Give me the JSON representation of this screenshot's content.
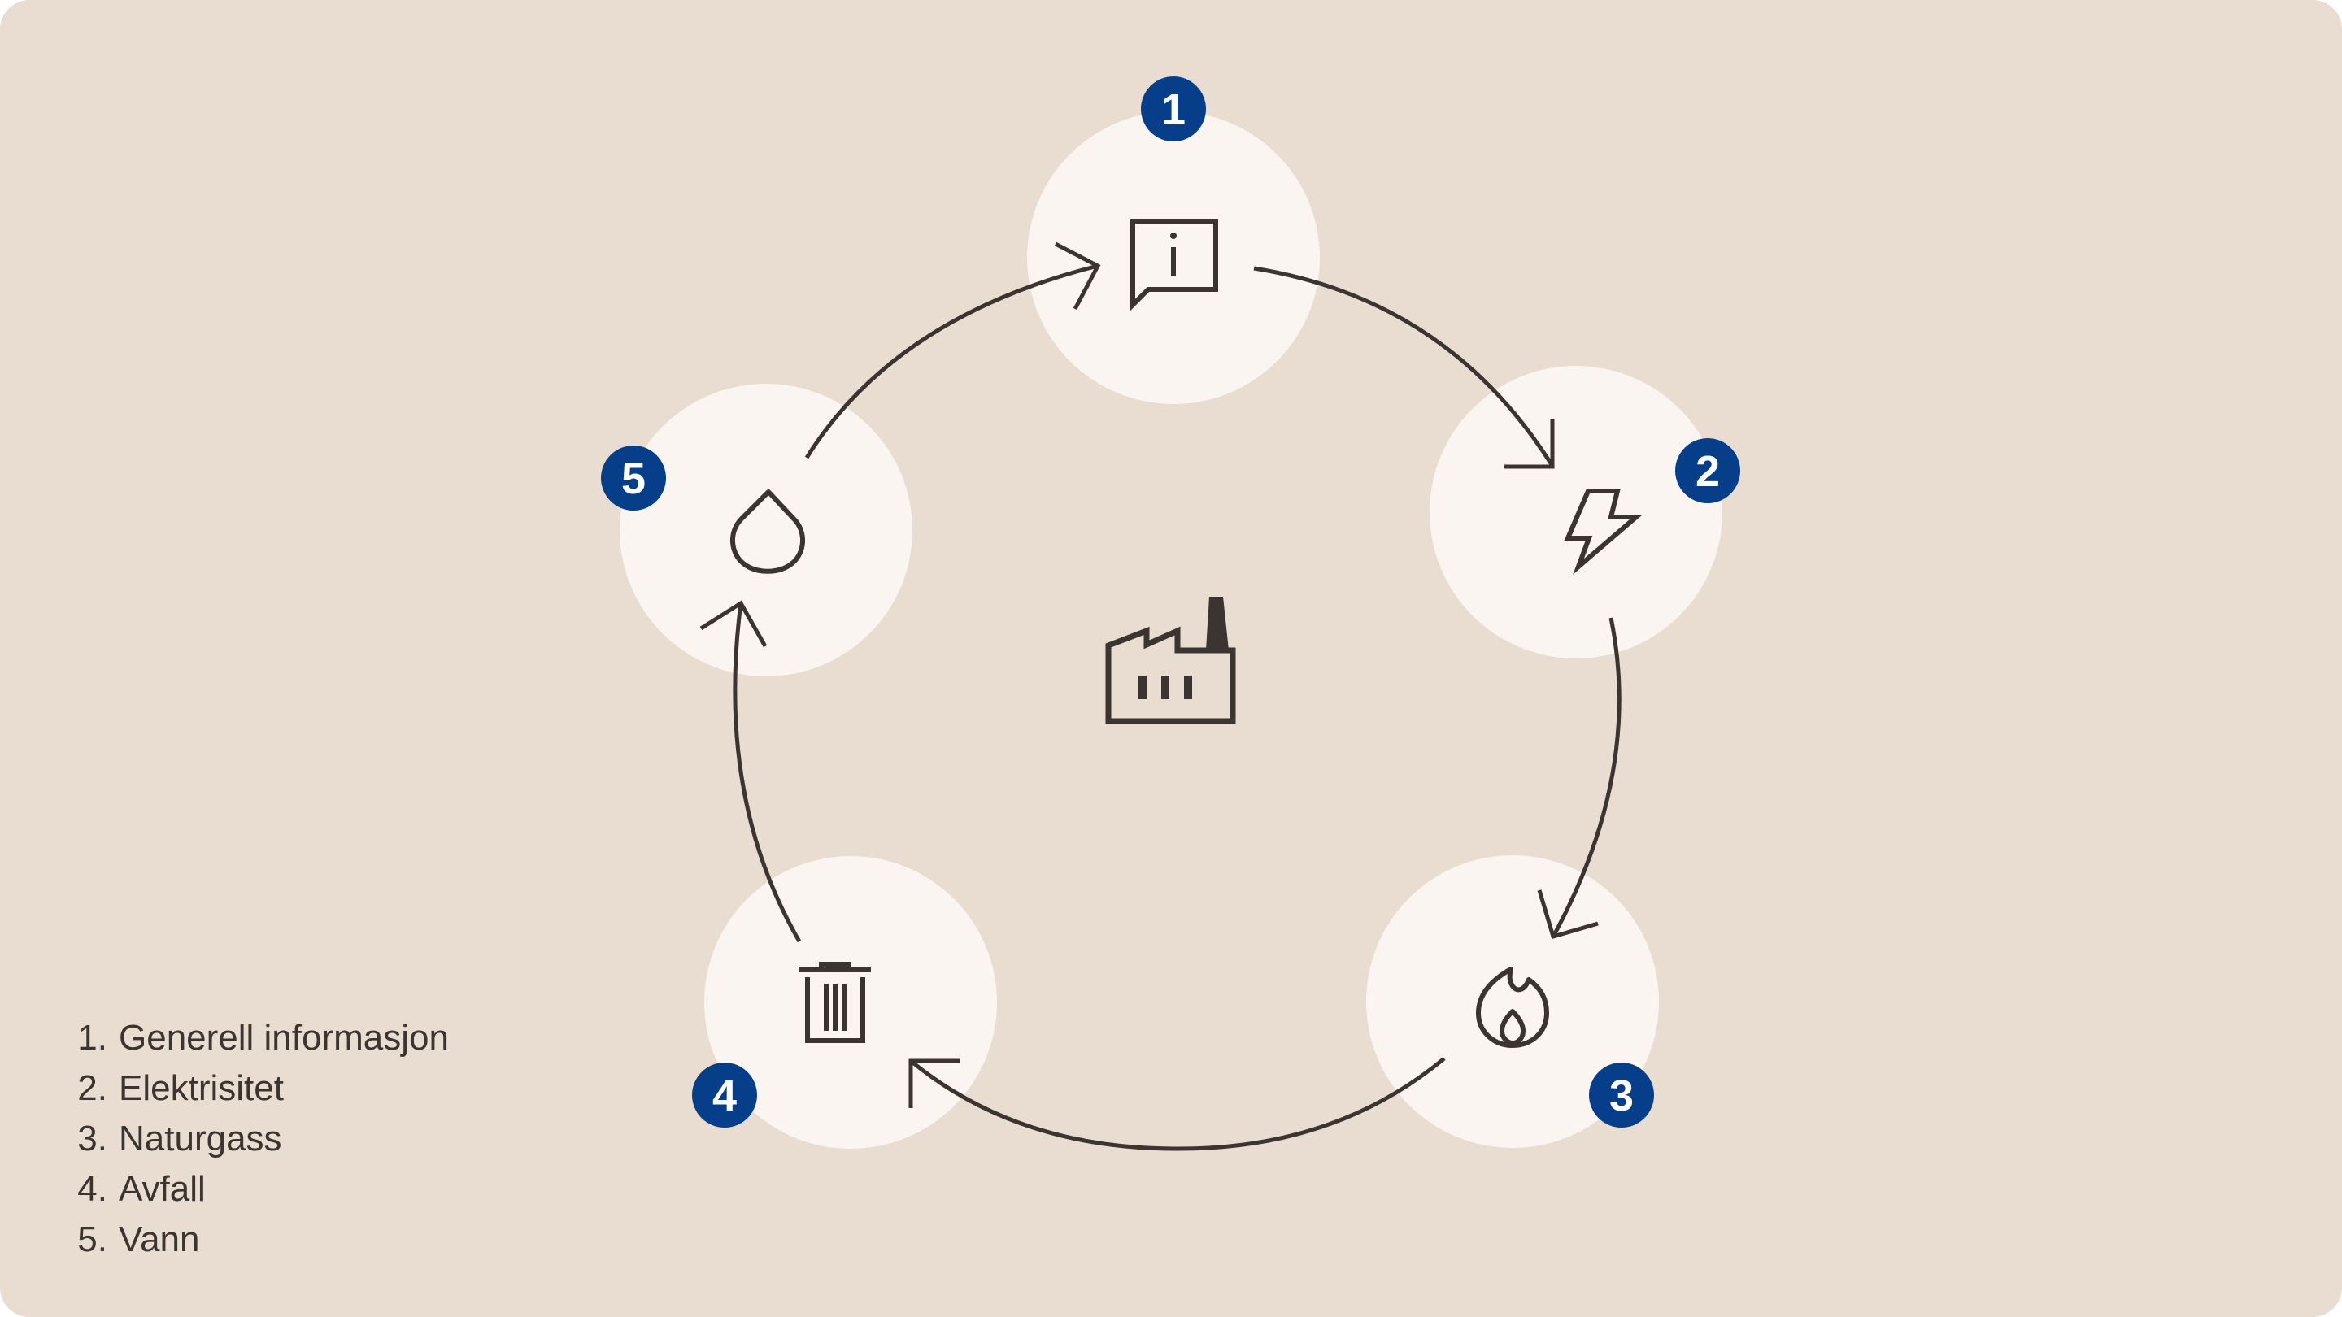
{
  "colors": {
    "background": "#e8ddd0",
    "node_fill": "#fbf5f1",
    "stroke": "#3b3430",
    "badge": "#063e8a",
    "badge_text": "#ffffff"
  },
  "center_icon": "factory-icon",
  "nodes": [
    {
      "number": "1",
      "icon": "info-message-icon",
      "label": "Generell informasjon"
    },
    {
      "number": "2",
      "icon": "lightning-bolt-icon",
      "label": "Elektrisitet"
    },
    {
      "number": "3",
      "icon": "flame-icon",
      "label": "Naturgass"
    },
    {
      "number": "4",
      "icon": "trash-can-icon",
      "label": "Avfall"
    },
    {
      "number": "5",
      "icon": "water-drop-icon",
      "label": "Vann"
    }
  ],
  "legend": [
    {
      "num": "1.",
      "label": "Generell informasjon"
    },
    {
      "num": "2.",
      "label": "Elektrisitet"
    },
    {
      "num": "3.",
      "label": "Naturgass"
    },
    {
      "num": "4.",
      "label": "Avfall"
    },
    {
      "num": "5.",
      "label": "Vann"
    }
  ]
}
